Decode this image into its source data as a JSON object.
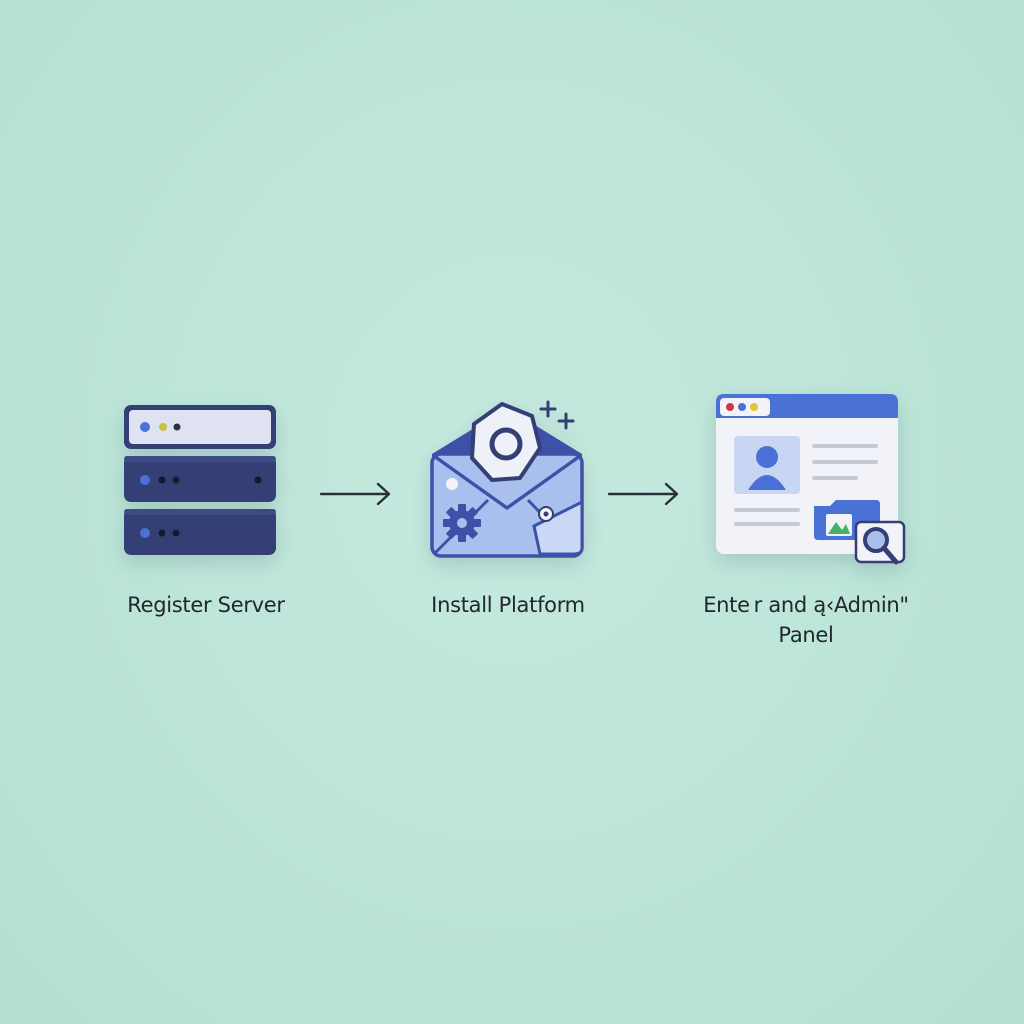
{
  "steps": [
    {
      "label_line1": "Register Server",
      "label_line2": "",
      "icon": "server-rack-icon"
    },
    {
      "label_line1": "Install Platform",
      "label_line2": "",
      "icon": "install-package-icon"
    },
    {
      "label_line1": "Ente r and ą‹Admin\"",
      "label_line2": "Panel",
      "icon": "admin-panel-browser-icon"
    }
  ],
  "connectors": [
    "arrow-right-icon",
    "arrow-right-icon"
  ],
  "colors": {
    "background": "#bce5d8",
    "navy": "#343f75",
    "primary_blue": "#4a72d6",
    "light_blue": "#a9c0ee",
    "panel_white": "#f1f3f9",
    "text": "#22262e"
  }
}
